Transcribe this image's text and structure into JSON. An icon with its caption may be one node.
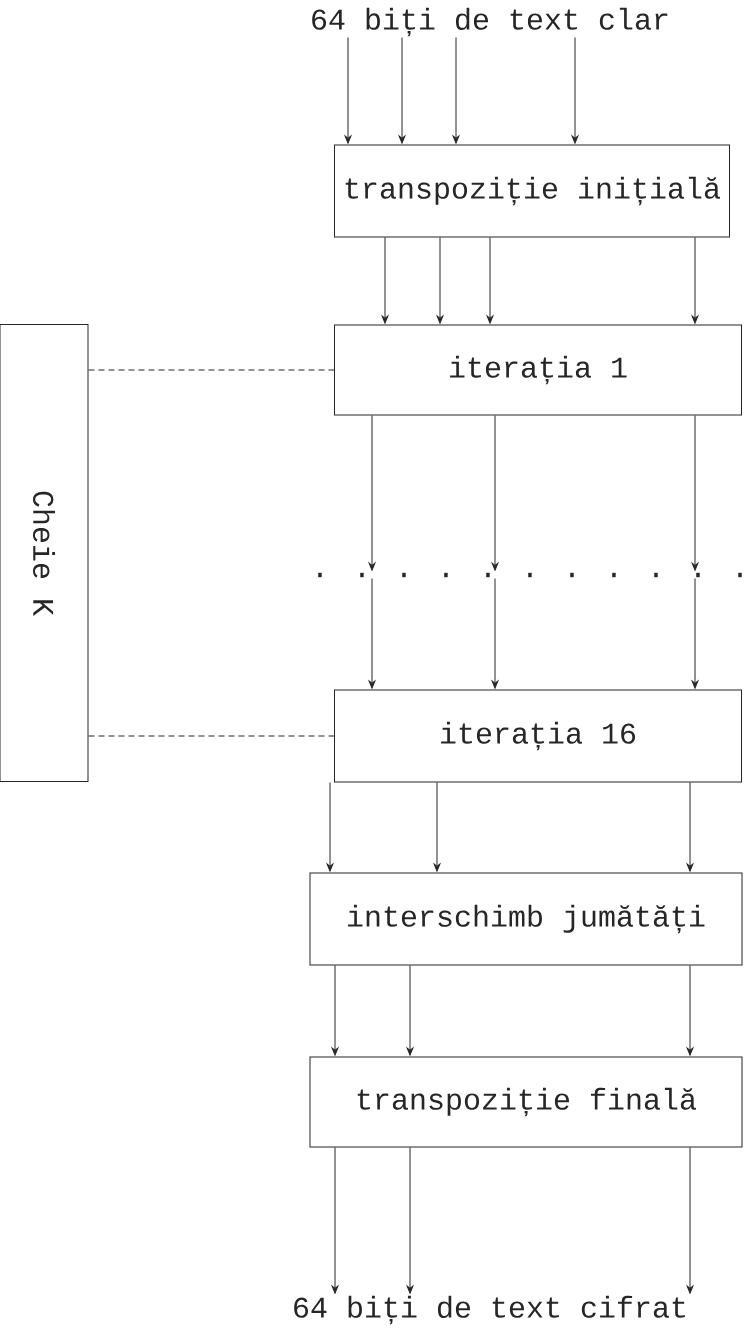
{
  "diagram": {
    "nodes": [
      {
        "text": [
          "64 biți de text clar"
        ]
      },
      {
        "text": [
          "transpoziție inițială"
        ]
      },
      {
        "text": [
          "iterația 1"
        ]
      },
      {
        "text": [
          ". . . . . . . . . . ."
        ]
      },
      {
        "text": [
          "iterația 16"
        ]
      },
      {
        "text": [
          "interschimb jumătăți"
        ]
      },
      {
        "text": [
          "transpoziție finală"
        ]
      },
      {
        "text": [
          "64 biți de text cifrat"
        ]
      },
      {
        "text": [
          "Cheie K"
        ]
      }
    ],
    "edges": [
      {
        "from": 0,
        "to": 1,
        "arrow": "to"
      },
      {
        "from": 0,
        "to": 1,
        "arrow": "to"
      },
      {
        "from": 0,
        "to": 1,
        "arrow": "to"
      },
      {
        "from": 0,
        "to": 1,
        "arrow": "to"
      },
      {
        "from": 1,
        "to": 2,
        "arrow": "to"
      },
      {
        "from": 1,
        "to": 2,
        "arrow": "to"
      },
      {
        "from": 1,
        "to": 2,
        "arrow": "to"
      },
      {
        "from": 1,
        "to": 2,
        "arrow": "to"
      },
      {
        "from": 2,
        "to": 3,
        "arrow": "to"
      },
      {
        "from": 2,
        "to": 3,
        "arrow": "to"
      },
      {
        "from": 2,
        "to": 3,
        "arrow": "to"
      },
      {
        "from": 3,
        "to": 4,
        "arrow": "to"
      },
      {
        "from": 3,
        "to": 4,
        "arrow": "to"
      },
      {
        "from": 3,
        "to": 4,
        "arrow": "to"
      },
      {
        "from": 4,
        "to": 5,
        "arrow": "to"
      },
      {
        "from": 4,
        "to": 5,
        "arrow": "to"
      },
      {
        "from": 4,
        "to": 5,
        "arrow": "to"
      },
      {
        "from": 5,
        "to": 6,
        "arrow": "to"
      },
      {
        "from": 5,
        "to": 6,
        "arrow": "to"
      },
      {
        "from": 5,
        "to": 6,
        "arrow": "to"
      },
      {
        "from": 6,
        "to": 7,
        "arrow": "to"
      },
      {
        "from": 6,
        "to": 7,
        "arrow": "to"
      },
      {
        "from": 6,
        "to": 7,
        "arrow": "to"
      },
      {
        "from": 8,
        "to": 2,
        "arrow": "none",
        "style": "dashed"
      },
      {
        "from": 8,
        "to": 4,
        "arrow": "none",
        "style": "dashed"
      }
    ]
  }
}
